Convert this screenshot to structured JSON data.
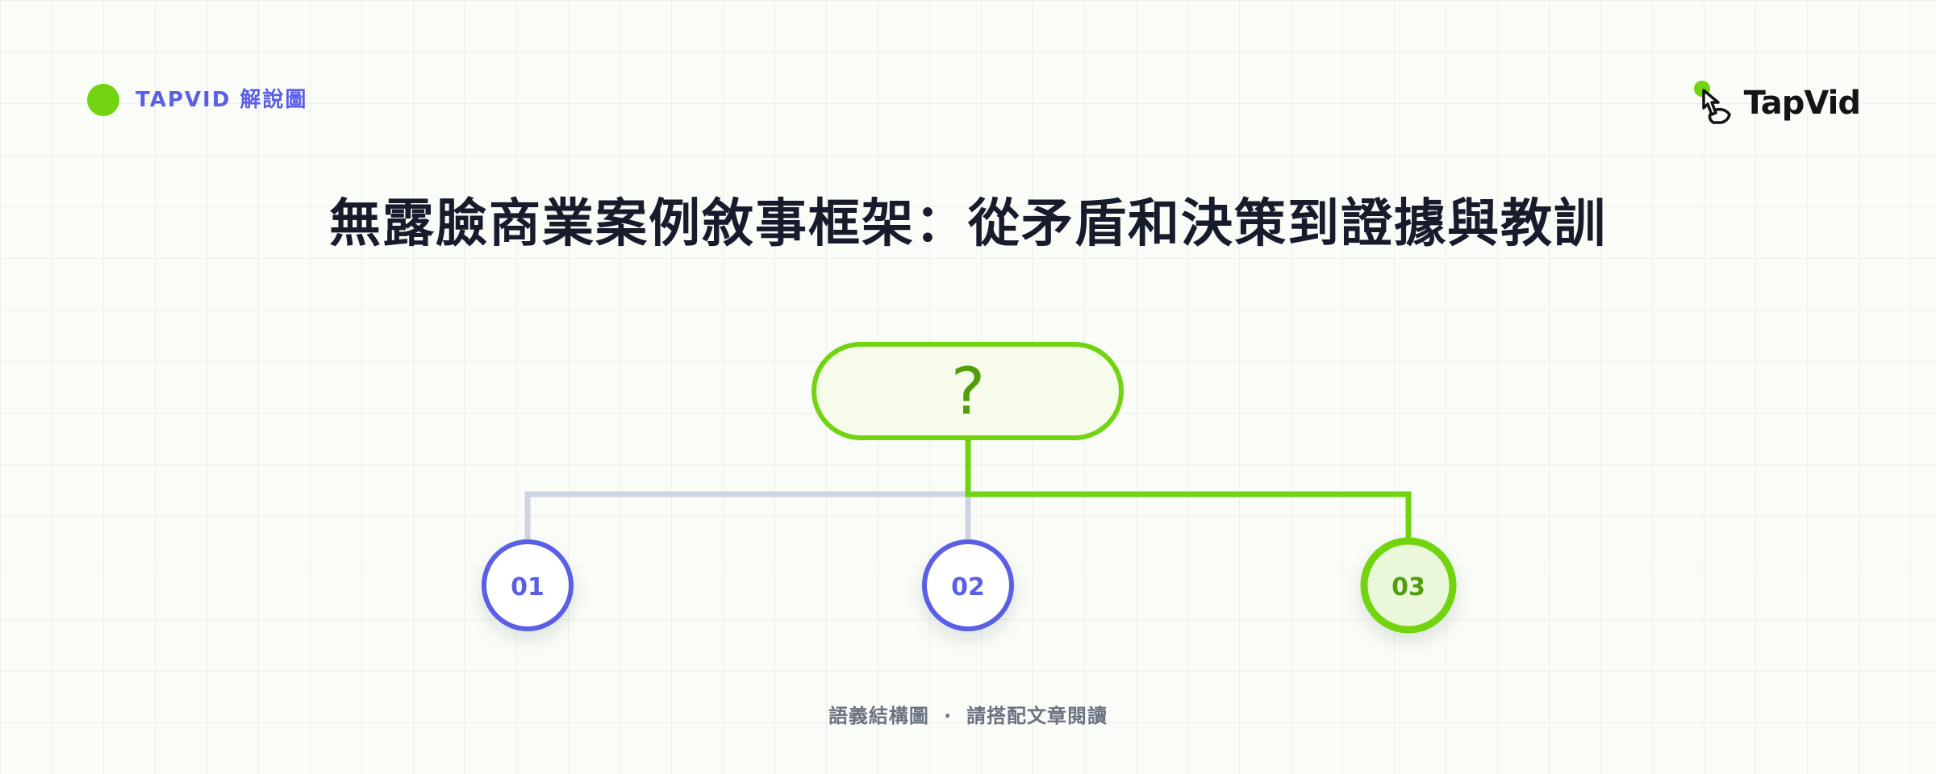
{
  "header": {
    "brand_label": "TAPVID 解說圖",
    "logo_text": "TapVid",
    "logo_icon": "hand-pointer-icon"
  },
  "title": "無露臉商業案例敘事框架：從矛盾和決策到證據與教訓",
  "diagram": {
    "root": {
      "label": "?"
    },
    "nodes": [
      {
        "label": "01",
        "highlighted": false
      },
      {
        "label": "02",
        "highlighted": false
      },
      {
        "label": "03",
        "highlighted": true
      }
    ],
    "colors": {
      "accent_green": "#72d411",
      "accent_green_dark": "#4f9e0a",
      "node_blue": "#5a5fe6",
      "connector_grey": "#cdd5e2",
      "root_fill": "#f6fbea",
      "highlight_fill": "#eaf7d8"
    }
  },
  "footer": {
    "left_text": "語義結構圖",
    "separator": "·",
    "right_text": "請搭配文章閱讀"
  }
}
